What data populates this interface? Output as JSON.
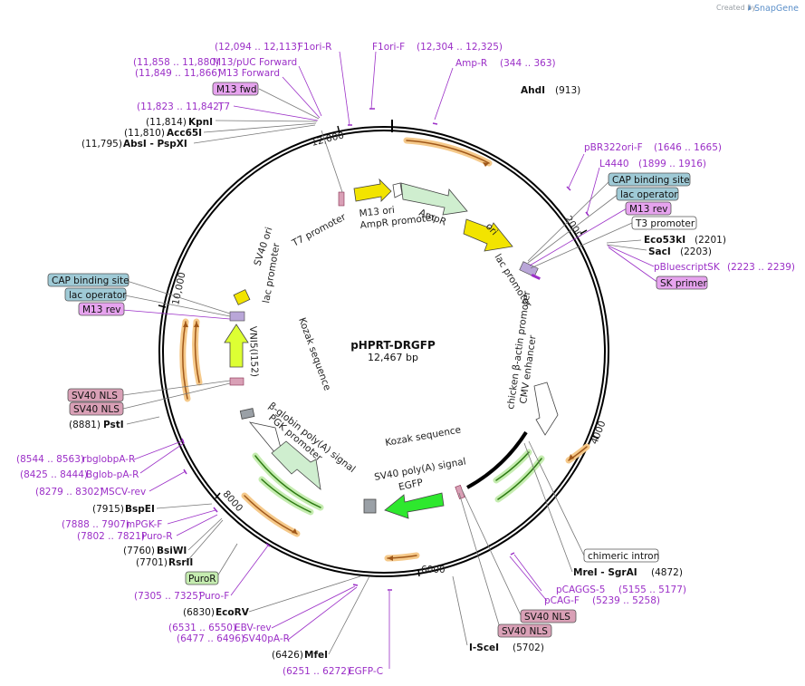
{
  "header": {
    "credit_prefix": "Created by",
    "credit_brand": "SnapGene"
  },
  "plasmid": {
    "name": "pHPRT-DRGFP",
    "size": "12,467 bp"
  },
  "ticks": [
    "2000",
    "4000",
    "6000",
    "8000",
    "10,000",
    "12,000"
  ],
  "sites_right": [
    {
      "name": "AhdI",
      "pos": "(913)"
    },
    {
      "name": "Eco53kI",
      "pos": "(2201)"
    },
    {
      "name": "SacI",
      "pos": "(2203)"
    },
    {
      "name": "MreI - SgrAI",
      "pos": "(4872)"
    },
    {
      "name": "I-SceI",
      "pos": "(5702)"
    },
    {
      "name": "MfeI",
      "pos": "(6426)"
    },
    {
      "name": "EcoRV",
      "pos": "(6830)"
    }
  ],
  "sites_left": [
    {
      "name": "KpnI",
      "pos": "(11,814)"
    },
    {
      "name": "Acc65I",
      "pos": "(11,810)"
    },
    {
      "name": "AbsI - PspXI",
      "pos": "(11,795)"
    },
    {
      "name": "PstI",
      "pos": "(8881)"
    },
    {
      "name": "BspEI",
      "pos": "(7915)"
    },
    {
      "name": "BsiWI",
      "pos": "(7760)"
    },
    {
      "name": "RsrII",
      "pos": "(7701)"
    }
  ],
  "primers": [
    {
      "name": "F1ori-R",
      "pos": "(12,094 .. 12,113)"
    },
    {
      "name": "F1ori-F",
      "pos": ""
    },
    {
      "name": "Amp-R",
      "pos": "(12,304 .. 12,325)"
    },
    {
      "name": "",
      "pos": "(344 .. 363)"
    },
    {
      "name": "M13/pUC Forward",
      "pos": "(11,858 .. 11,880)"
    },
    {
      "name": "M13 Forward",
      "pos": "(11,849 .. 11,866)"
    },
    {
      "name": "T7",
      "pos": "(11,823 .. 11,842)"
    },
    {
      "name": "pBR322ori-F",
      "pos": "(1646 .. 1665)"
    },
    {
      "name": "L4440",
      "pos": "(1899 .. 1916)"
    },
    {
      "name": "pBluescriptSK",
      "pos": "(2223 .. 2239)"
    },
    {
      "name": "rbglobpA-R",
      "pos": "(8544 .. 8563)"
    },
    {
      "name": "Bglob-pA-R",
      "pos": "(8425 .. 8444)"
    },
    {
      "name": "MSCV-rev",
      "pos": "(8279 .. 8302)"
    },
    {
      "name": "mPGK-F",
      "pos": "(7888 .. 7907)"
    },
    {
      "name": "Puro-R",
      "pos": "(7802 .. 7821)"
    },
    {
      "name": "Puro-F",
      "pos": "(7305 .. 7325)"
    },
    {
      "name": "EBV-rev",
      "pos": "(6531 .. 6550)"
    },
    {
      "name": "SV40pA-R",
      "pos": "(6477 .. 6496)"
    },
    {
      "name": "EGFP-C",
      "pos": "(6251 .. 6272)"
    },
    {
      "name": "pCAGGS-5",
      "pos": "(5155 .. 5177)"
    },
    {
      "name": "pCAG-F",
      "pos": "(5239 .. 5258)"
    }
  ],
  "boxes": {
    "m13_fwd": "M13 fwd",
    "cap_right": "CAP binding site",
    "lac_op_right": "lac operator",
    "m13_rev_right": "M13 rev",
    "t3_promoter": "T3 promoter",
    "sk_primer": "SK primer",
    "cap_left": "CAP binding site",
    "lac_op_left": "lac operator",
    "m13_rev_left": "M13 rev",
    "sv40_nls_left1": "SV40 NLS",
    "sv40_nls_left2": "SV40 NLS",
    "chimeric_intron": "chimeric intron",
    "sv40_nls_right1": "SV40 NLS",
    "sv40_nls_right2": "SV40 NLS",
    "puror": "PuroR"
  },
  "features": {
    "t7_promoter": "T7 promoter",
    "m13_ori": "M13 ori",
    "ampr_promoter": "AmpR promoter",
    "ampr": "AmpR",
    "ori": "ori",
    "lac_promoter_right": "lac promoter",
    "chicken_actin": "chicken β-actin promoter",
    "cmv_enhancer": "CMV enhancer",
    "kozak_1": "Kozak sequence",
    "sv40_polya": "SV40 poly(A) signal",
    "egfp": "EGFP",
    "bglobin": "β-globin poly(A) signal",
    "pgk": "PGK promoter",
    "kozak_2": "Kozak sequence",
    "sv40_ori": "SV40 ori",
    "lac_promoter_left": "lac promoter",
    "i152": "VNI5(I152)"
  },
  "colors": {
    "primer": "#9b2fc7",
    "ampr": "#cfeecf",
    "ori": "#f2e400",
    "egfp": "#2ee82e",
    "orf_orange": "#f5c98a"
  }
}
